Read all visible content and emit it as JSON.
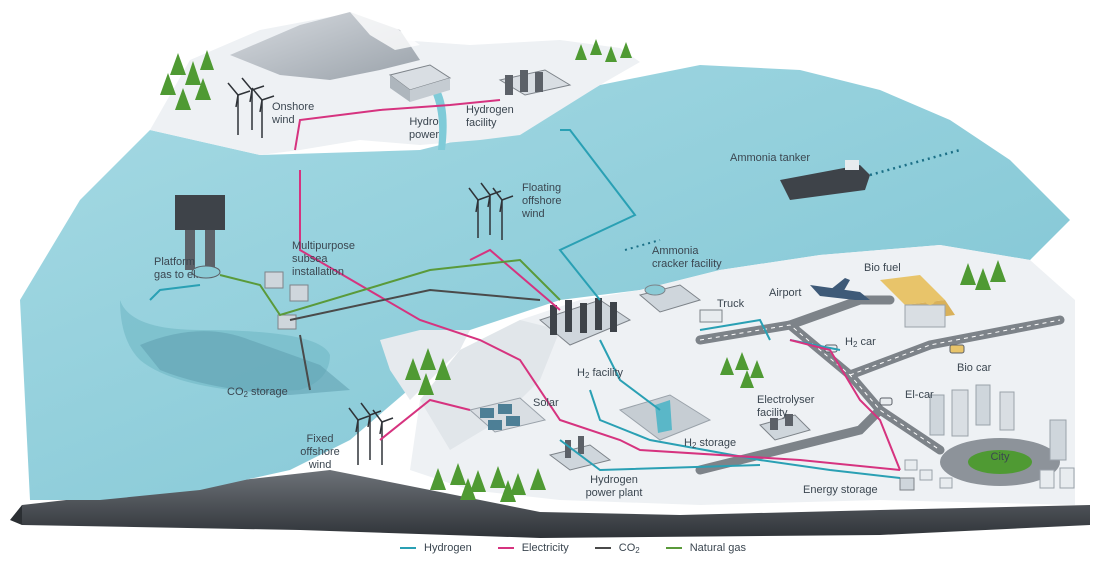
{
  "labels": {
    "onshore_wind": "Onshore\nwind",
    "hydro_power": "Hydro\npower",
    "hydrogen_facility": "Hydrogen\nfacility",
    "ammonia_tanker": "Ammonia tanker",
    "floating_offshore_wind": "Floating\noffshore\nwind",
    "platform_gas": "Platform\ngas to el.",
    "multipurpose_subsea": "Multipurpose\nsubsea\ninstallation",
    "ammonia_cracker": "Ammonia\ncracker facility",
    "truck": "Truck",
    "airport": "Airport",
    "bio_fuel": "Bio fuel",
    "h2_car_prefix": "H",
    "h2_car_sub": "2",
    "h2_car_suffix": " car",
    "bio_car": "Bio car",
    "h2_facility_prefix": "H",
    "h2_facility_sub": "2",
    "h2_facility_suffix": " facility",
    "co2_storage_prefix": "CO",
    "co2_storage_sub": "2",
    "co2_storage_suffix": " storage",
    "solar": "Solar",
    "electrolyser_facility": "Electrolyser\nfacility",
    "el_car": "El-car",
    "h2_storage_prefix": "H",
    "h2_storage_sub": "2",
    "h2_storage_suffix": " storage",
    "fixed_offshore_wind": "Fixed\noffshore\nwind",
    "hydrogen_power_plant": "Hydrogen\npower plant",
    "energy_storage": "Energy storage",
    "city": "City"
  },
  "legend": [
    {
      "label": "Hydrogen",
      "color": "#2aa0b4"
    },
    {
      "label": "Electricity",
      "color": "#d6337f"
    },
    {
      "label_prefix": "CO",
      "label_sub": "2",
      "color": "#4a4a4a"
    },
    {
      "label": "Natural gas",
      "color": "#5a9a3a"
    }
  ],
  "colors": {
    "sea": "#8ccfdc",
    "sea_dark": "#6ab9c9",
    "land": "#e9edf1",
    "land_shadow": "#cdd4da",
    "mountain": "#b9c0c7",
    "rock": "#5c6168",
    "forest": "#4f9a33",
    "road": "#7d8389"
  }
}
